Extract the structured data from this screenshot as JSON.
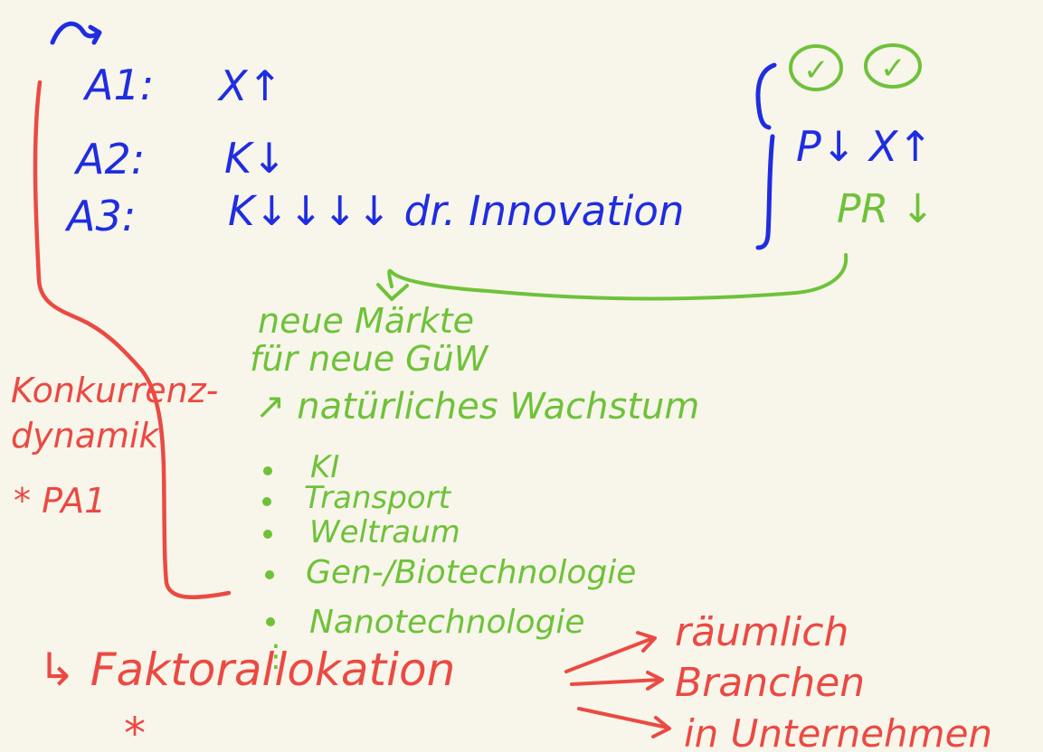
{
  "colors": {
    "background": "#f8f5ea",
    "blue_ink": "#1f2de0",
    "green_ink": "#6ec23a",
    "red_ink": "#ea4a43"
  },
  "assumptions": [
    {
      "label": "A1:",
      "value": "X↑"
    },
    {
      "label": "A2:",
      "value": "K↓"
    },
    {
      "label": "A3:",
      "value": "K↓↓↓↓ dr. Innovation"
    }
  ],
  "top_right": {
    "checks": [
      "✓",
      "✓"
    ],
    "result_line": "P↓ X↑",
    "pr_line": "PR ↓"
  },
  "green_notes": {
    "lines": [
      "neue Märkte",
      "für neue GüW",
      "↗ natürliches Wachstum"
    ],
    "bullets": [
      "KI",
      "Transport",
      "Weltraum",
      "Gen-/Biotechnologie",
      "Nanotechnologie"
    ],
    "ellipsis": "⋮"
  },
  "left_note": {
    "lines": [
      "Konkurrenz-",
      "dynamik",
      "* PA1"
    ]
  },
  "bottom": {
    "main": "↳ Faktorallokation",
    "asterisk": "*",
    "branches": [
      "räumlich",
      "Branchen",
      "in Unternehmen"
    ]
  }
}
